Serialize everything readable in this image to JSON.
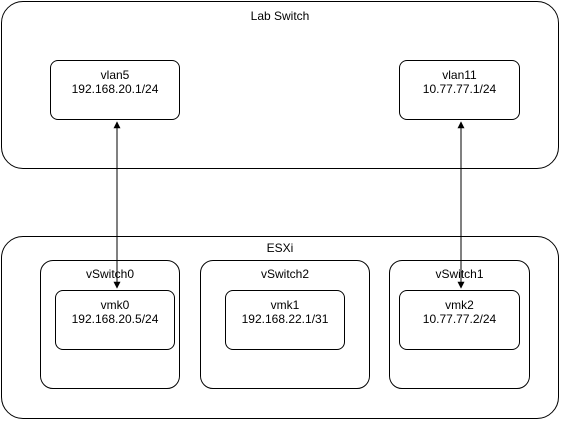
{
  "lab_switch": {
    "title": "Lab Switch",
    "vlan5": {
      "name": "vlan5",
      "ip": "192.168.20.1/24"
    },
    "vlan11": {
      "name": "vlan11",
      "ip": "10.77.77.1/24"
    }
  },
  "esxi": {
    "title": "ESXi",
    "vswitch0": {
      "title": "vSwitch0",
      "vmk": {
        "name": "vmk0",
        "ip": "192.168.20.5/24"
      }
    },
    "vswitch2": {
      "title": "vSwitch2",
      "vmk": {
        "name": "vmk1",
        "ip": "192.168.22.1/31"
      }
    },
    "vswitch1": {
      "title": "vSwitch1",
      "vmk": {
        "name": "vmk2",
        "ip": "10.77.77.2/24"
      }
    }
  },
  "links": [
    {
      "from": "vlan5",
      "to": "vmk0",
      "style": "bidirectional-arrow"
    },
    {
      "from": "vlan11",
      "to": "vmk2",
      "style": "bidirectional-arrow"
    }
  ],
  "colors": {
    "stroke": "#000000",
    "fill": "#ffffff",
    "text": "#000000"
  }
}
